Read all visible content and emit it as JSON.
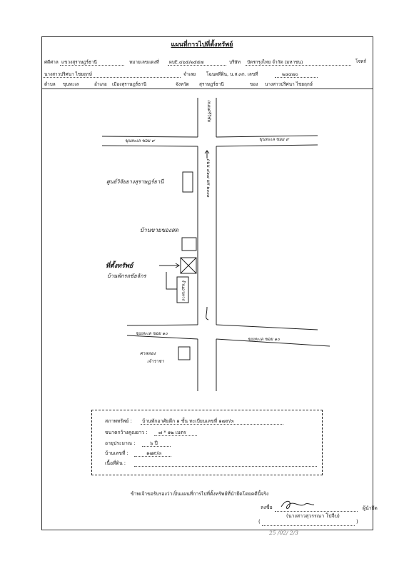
{
  "document": {
    "title": "แผนที่การไปที่ตั้งทรัพย์",
    "header": {
      "row1": {
        "court_label": "ศดีศาล",
        "court_value": "แขวงสุราษฎร์ธานี",
        "case_label": "หมายเลขแดงที่",
        "case_value": "ผบE.๔๖๕/๒๕๕๗",
        "plaintiff_label": "บริษัท",
        "plaintiff_value": "บัตรกรุงไทย จำกัด (มหาชน)",
        "plaintiff_role": "โจทก์"
      },
      "row2": {
        "defendant_value": "นางสาวปริศนา ไชยฤกษ์",
        "defendant_role": "จำเลย",
        "deed_label": "โฉนดที่ดิน, น.ส.๓ก. เลขที่",
        "deed_value": "๒๔๔๗๐"
      },
      "row3": {
        "subdistrict_label": "ตำบล",
        "subdistrict_value": "ขุนทะเล",
        "district_label": "อำเภอ",
        "district_value": "เมืองสุราษฎร์ธานี",
        "province_label": "จังหวัด",
        "province_value": "สุราษฎร์ธานี",
        "owner_label": "ของ",
        "owner_value": "นางสาวปริศนา ไชยฤกษ์"
      }
    },
    "map": {
      "road_top_label": "ถนนศรีวิชัย",
      "road_main_label": "ถนน ๔๑๗ ยศ ๒๐๐๑",
      "soi_top_left": "ขุนทะเล ซอย ๙",
      "soi_top_right": "ขุนทะเล ซอย ๙",
      "soi_bottom_left": "ขุนทะเล ซอย ๑๐",
      "soi_bottom_right": "ขุนทะเล ซอย ๑๐",
      "landmark_center": "ศูนย์วิจัยยางสุราษฎร์ธานี",
      "house_1": "บ้านขายของสด",
      "property_label": "ที่ตั้งทรัพย์",
      "house_2": "บ้านพักรถขัยจักร",
      "shop_label": "ร้านอาหาร",
      "temple_label": "ศาลหอง",
      "temple_label_2": "เจ้าราชา"
    },
    "info": {
      "property_type_label": "สภาพทรัพย์ :",
      "property_type_value": "บ้านพักอาศัยตึก ๑ ชั้น ทะเบียนเลขที่ ๑๗๙/๓",
      "size_label": "ขนาดกว้างคูณยาว :",
      "size_value": "๗ * ๑๒ เมตร",
      "age_label": "อายุประมาณ :",
      "age_value": "๖ ปี",
      "house_no_label": "บ้านเลขที่ :",
      "house_no_value": "๑๗๙/๓",
      "land_area_label": "เนื้อที่ดิน :",
      "land_area_value": ""
    },
    "certification": "ข้าพเจ้าขอรับรองว่าเป็นแผนที่การไปที่ตั้งทรัพย์ที่นำยึดโดยคดีนี้จริง",
    "signature": {
      "sign_label": "ลงชื่อ",
      "role": "ผู้นำยึด",
      "name": "(นางสาวสุวรรณา โปจีบ)",
      "paren_open": "(",
      "paren_close": ")",
      "date_stamp": "25 /02/ 2/3"
    }
  },
  "colors": {
    "ink": "#1a1a1a",
    "paper": "#ffffff",
    "stamp": "#777777"
  }
}
